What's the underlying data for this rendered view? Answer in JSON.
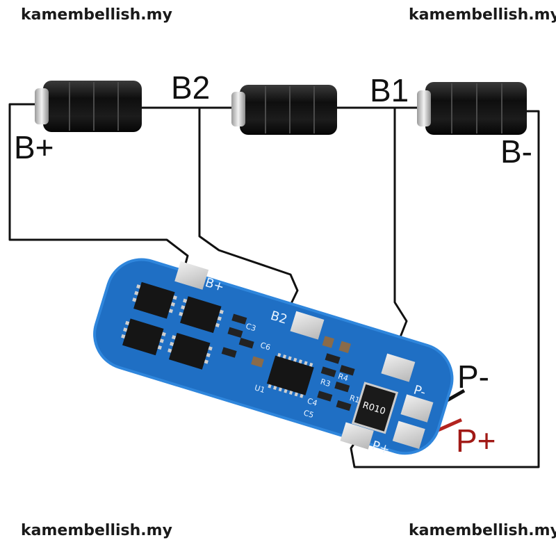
{
  "watermarks": {
    "top_left": "kamembellish.my",
    "top_right": "kamembellish.my",
    "bottom_left": "kamembellish.my",
    "bottom_right": "kamembellish.my"
  },
  "labels": {
    "b_plus": "B+",
    "b2": "B2",
    "b1": "B1",
    "b_minus": "B-",
    "p_minus": "P-",
    "p_plus": "P+"
  },
  "board_silkscreen": {
    "b_plus": "B+",
    "b2": "B2",
    "p_minus": "P-",
    "p_plus": "P+",
    "u1": "U1",
    "c6": "C6",
    "c5": "C5",
    "c4": "C4",
    "r1": "R1",
    "r3": "R3",
    "r4": "R4",
    "c3": "C3",
    "shunt": "R010"
  },
  "colors": {
    "board": "#1f6fc4",
    "board_edge": "#2f86dc",
    "pad": "#d9d9d9",
    "wire": "#111111",
    "wire_positive": "#b3241f",
    "label_p_plus": "#a11a16",
    "battery_body": "#111111",
    "battery_cap": "#d0d0d0"
  }
}
